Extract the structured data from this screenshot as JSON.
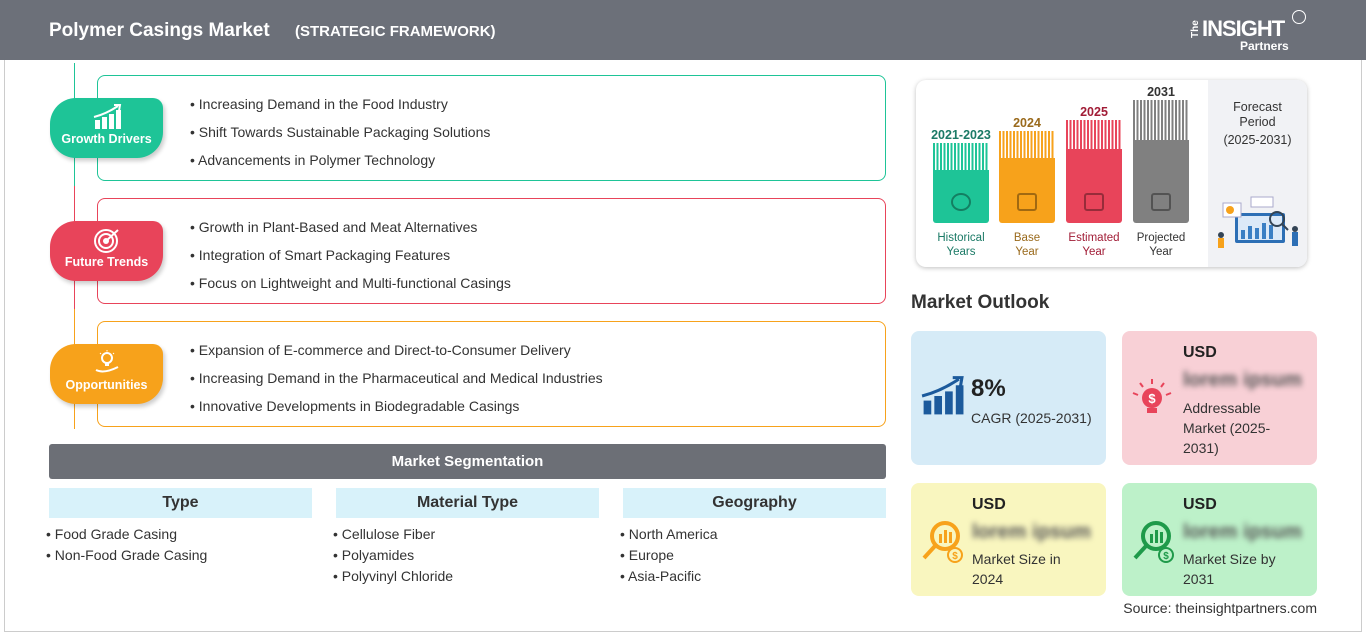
{
  "header": {
    "title": "Polymer Casings Market",
    "subtitle": "(STRATEGIC FRAMEWORK)",
    "logo": {
      "the": "The",
      "insight": "INSIGHT",
      "partners": "Partners"
    }
  },
  "framework": [
    {
      "label": "Growth Drivers",
      "icon": "growth-chart-icon",
      "color": "#1ec497",
      "items": [
        "Increasing Demand in the Food Industry",
        "Shift Towards Sustainable Packaging Solutions",
        "Advancements in Polymer Technology"
      ]
    },
    {
      "label": "Future Trends",
      "icon": "target-icon",
      "color": "#e8445a",
      "items": [
        "Growth in Plant-Based and Meat Alternatives",
        "Integration of Smart Packaging Features",
        "Focus on Lightweight and Multi-functional Casings"
      ]
    },
    {
      "label": "Opportunities",
      "icon": "lightbulb-hand-icon",
      "color": "#f7a21b",
      "items": [
        "Expansion of E-commerce and Direct-to-Consumer Delivery",
        "Increasing Demand in the Pharmaceutical and Medical Industries",
        "Innovative Developments in Biodegradable Casings"
      ]
    }
  ],
  "segmentation": {
    "title": "Market Segmentation",
    "columns": [
      {
        "header": "Type",
        "items": [
          "Food Grade Casing",
          "Non-Food Grade Casing"
        ]
      },
      {
        "header": "Material Type",
        "items": [
          "Cellulose Fiber",
          "Polyamides",
          "Polyvinyl Chloride"
        ]
      },
      {
        "header": "Geography",
        "items": [
          "North America",
          "Europe",
          "Asia-Pacific"
        ]
      }
    ]
  },
  "timeline": {
    "bars": [
      {
        "year": "2021-2023",
        "label1": "Historical",
        "label2": "Years",
        "color": "#1ec497",
        "text_color": "#1b7a66"
      },
      {
        "year": "2024",
        "label1": "Base",
        "label2": "Year",
        "color": "#f7a21b",
        "text_color": "#9a6a1c"
      },
      {
        "year": "2025",
        "label1": "Estimated",
        "label2": "Year",
        "color": "#e8445a",
        "text_color": "#a11c36"
      },
      {
        "year": "2031",
        "label1": "Projected",
        "label2": "Year",
        "color": "#808080",
        "text_color": "#333333"
      }
    ],
    "forecast": {
      "line1": "Forecast",
      "line2": "Period",
      "line3": "(2025-2031)"
    }
  },
  "outlook": {
    "title": "Market Outlook",
    "cards": [
      {
        "value": "8%",
        "label": "CAGR (2025-2031)",
        "color": "#d6ebf7",
        "icon": "growth-chart-icon"
      },
      {
        "usd": "USD",
        "blurred": "lorem ipsum",
        "label": "Addressable Market (2025-2031)",
        "color": "#f8d0d6",
        "icon": "lightbulb-dollar-icon"
      },
      {
        "usd": "USD",
        "blurred": "lorem ipsum",
        "label": "Market Size in 2024",
        "color": "#f9f6bf",
        "icon": "magnifier-chart-icon"
      },
      {
        "usd": "USD",
        "blurred": "lorem ipsum",
        "label": "Market Size by 2031",
        "color": "#bdf1c9",
        "icon": "magnifier-chart-icon"
      }
    ]
  },
  "source": "Source: theinsightpartners.com"
}
